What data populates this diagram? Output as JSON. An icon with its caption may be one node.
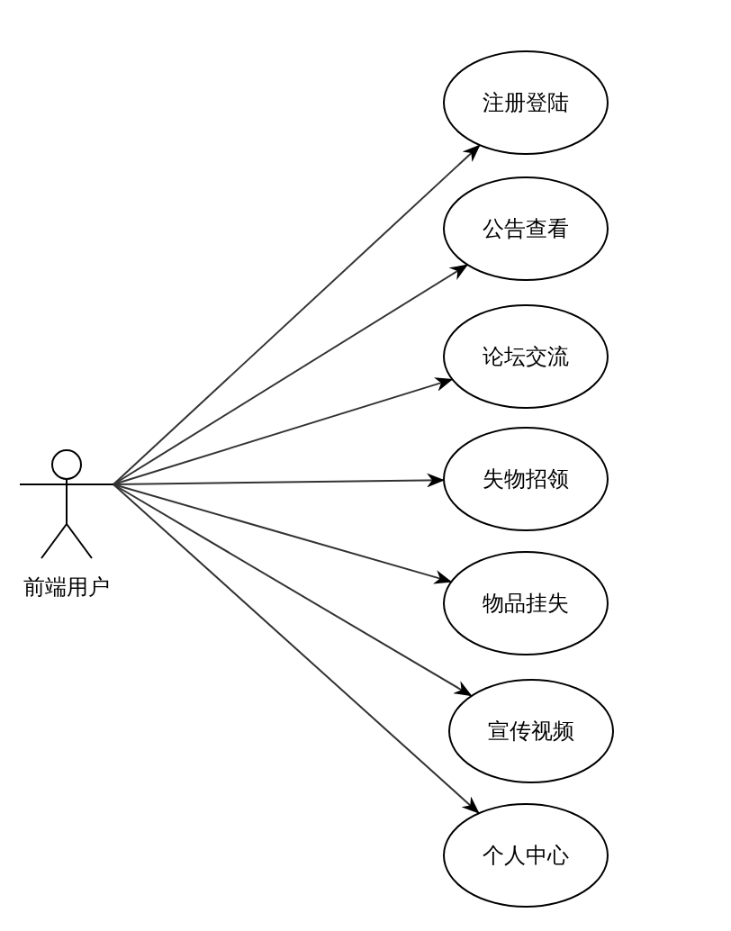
{
  "diagram": {
    "nodes": [
      {
        "text": [
          "前端用户"
        ]
      },
      {
        "text": [
          "注册登陆"
        ]
      },
      {
        "text": [
          "公告查看"
        ]
      },
      {
        "text": [
          "论坛交流"
        ]
      },
      {
        "text": [
          "失物招领"
        ]
      },
      {
        "text": [
          "物品挂失"
        ]
      },
      {
        "text": [
          "宣传视频"
        ]
      },
      {
        "text": [
          "个人中心"
        ]
      }
    ],
    "edges": [
      {
        "from": 0,
        "to": 1,
        "arrow": "to"
      },
      {
        "from": 0,
        "to": 2,
        "arrow": "to"
      },
      {
        "from": 0,
        "to": 3,
        "arrow": "to"
      },
      {
        "from": 0,
        "to": 4,
        "arrow": "to"
      },
      {
        "from": 0,
        "to": 5,
        "arrow": "to"
      },
      {
        "from": 0,
        "to": 6,
        "arrow": "to"
      },
      {
        "from": 0,
        "to": 7,
        "arrow": "to"
      }
    ]
  }
}
